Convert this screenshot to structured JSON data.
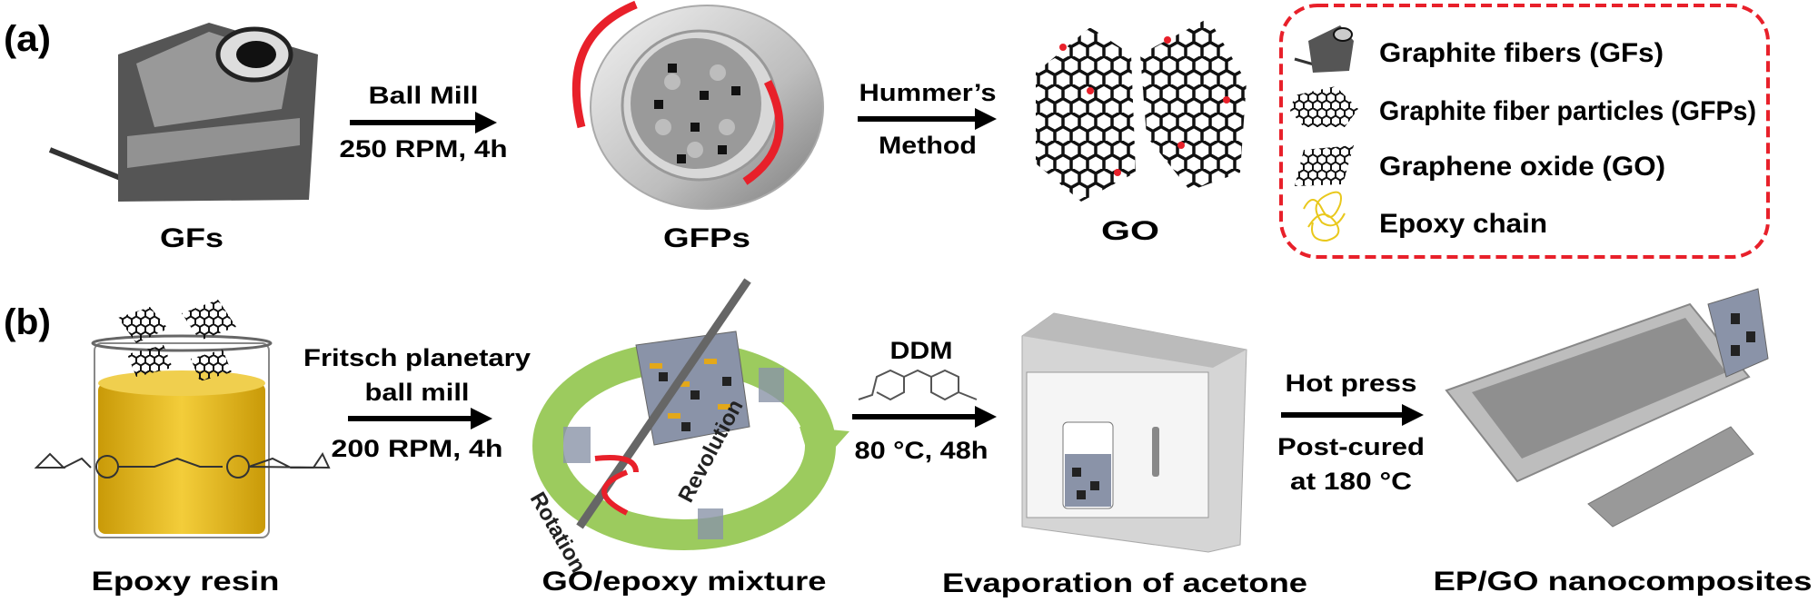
{
  "panel_a": {
    "label": "(a)",
    "items": {
      "gf": "GFs",
      "gfp": "GFPs",
      "go": "GO"
    },
    "step1": {
      "top": "Ball Mill",
      "bottom": "250 RPM, 4h"
    },
    "step2": {
      "top": "Hummer’s",
      "bottom": "Method"
    },
    "legend": {
      "items": [
        {
          "icon": "graphite-fiber-icon",
          "label": "Graphite fibers (GFs)"
        },
        {
          "icon": "graphite-particles-icon",
          "label": "Graphite fiber particles (GFPs)"
        },
        {
          "icon": "graphene-oxide-icon",
          "label": "Graphene oxide (GO)"
        },
        {
          "icon": "epoxy-chain-icon",
          "label": "Epoxy chain"
        }
      ],
      "border_color": "#e8202a"
    }
  },
  "panel_b": {
    "label": "(b)",
    "items": {
      "resin": "Epoxy resin",
      "mixture": "GO/epoxy mixture",
      "evap": "Evaporation of acetone",
      "composite": "EP/GO nanocomposites"
    },
    "step1": {
      "top1": "Fritsch planetary",
      "top2": "ball mill",
      "bottom": "200 RPM, 4h"
    },
    "step2": {
      "top": "DDM",
      "bottom": "80 °C, 48h"
    },
    "step3": {
      "top": "Hot press",
      "bottom1": "Post-cured",
      "bottom2": "at 180 °C"
    },
    "mill_labels": {
      "rotation": "Rotation",
      "revolution": "Revolution"
    }
  },
  "colors": {
    "arrow_red": "#e8202a",
    "resin_yellow": "#e3b418",
    "ring_green": "#9ccb5e",
    "legend_border": "#e8202a"
  }
}
